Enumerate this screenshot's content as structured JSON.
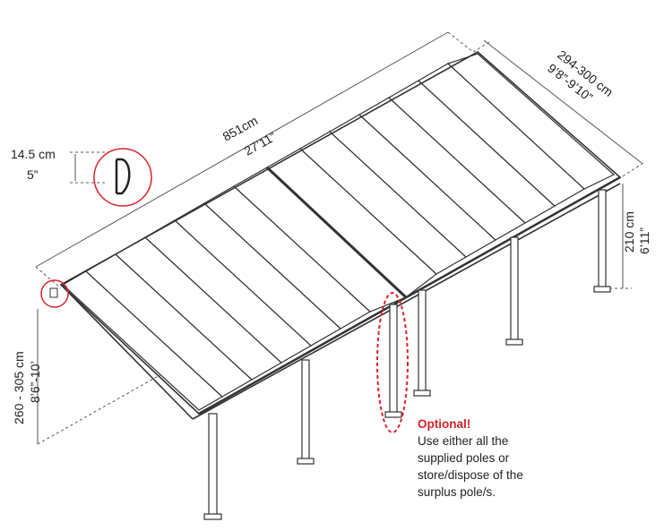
{
  "dimensions": {
    "length_cm": "851cm",
    "length_ft": "27’11”",
    "depth_cm": "294-300 cm",
    "depth_ft": "9’8”-9’10”",
    "back_height_cm": "210 cm",
    "back_height_ft": "6’11”",
    "front_height_cm": "260 - 305 cm",
    "front_height_ft": "8’6”-10’",
    "gutter_cm": "14.5 cm",
    "gutter_in": "5”"
  },
  "note": {
    "title": "Optional!",
    "lines": [
      "Use either all the",
      "supplied poles or",
      "store/dispose of the",
      "surplus pole/s."
    ]
  },
  "colors": {
    "frame": "#333333",
    "panel": "#ffffff",
    "highlight": "#d8232a",
    "dimension": "#555555"
  },
  "icons": [
    "gutter-profile-icon"
  ]
}
